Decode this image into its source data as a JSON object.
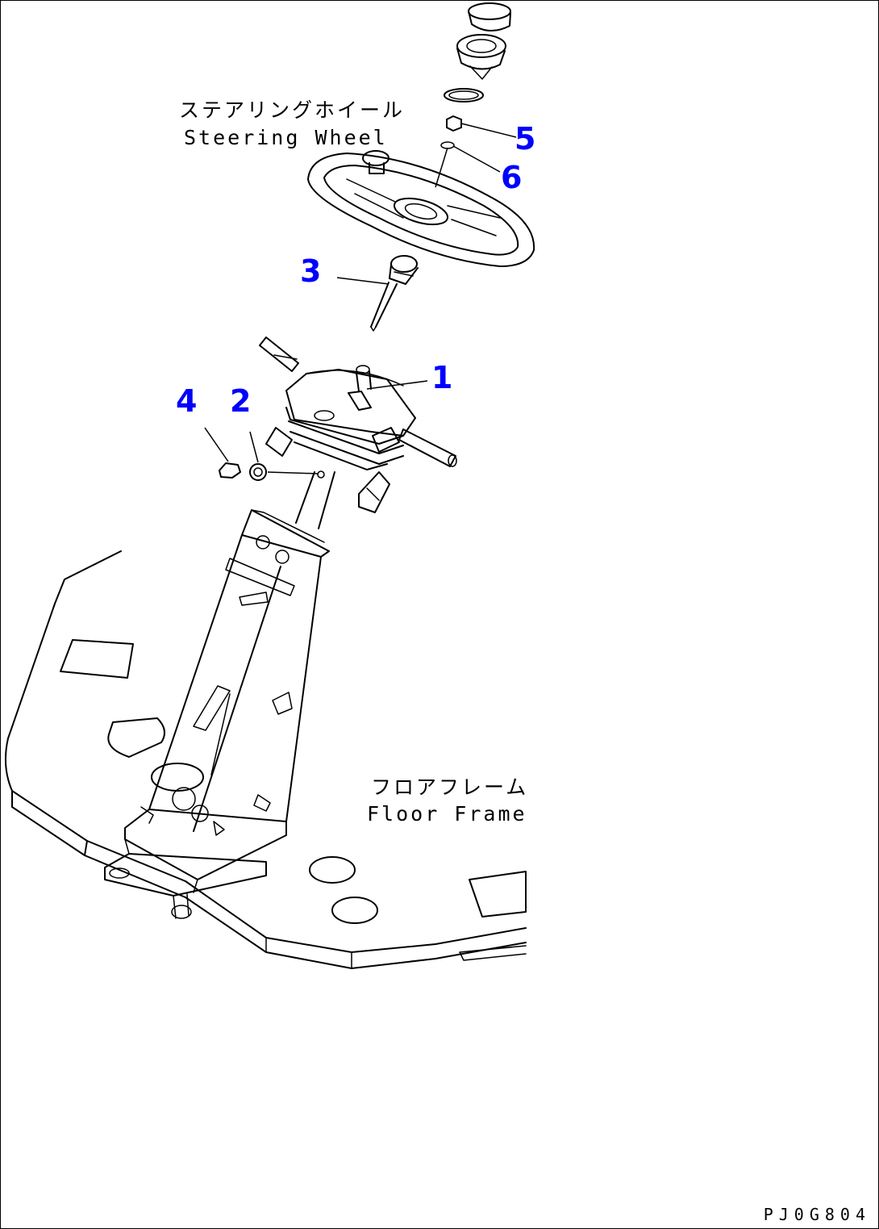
{
  "labels": {
    "steering_jp": "ステアリングホイール",
    "steering_en": "Steering Wheel",
    "floor_jp": "フロアフレーム",
    "floor_en": "Floor Frame"
  },
  "callouts": [
    "1",
    "2",
    "3",
    "4",
    "5",
    "6"
  ],
  "drawing_code": "PJ0G804",
  "colors": {
    "callout": "#0000ff",
    "line": "#000000"
  }
}
